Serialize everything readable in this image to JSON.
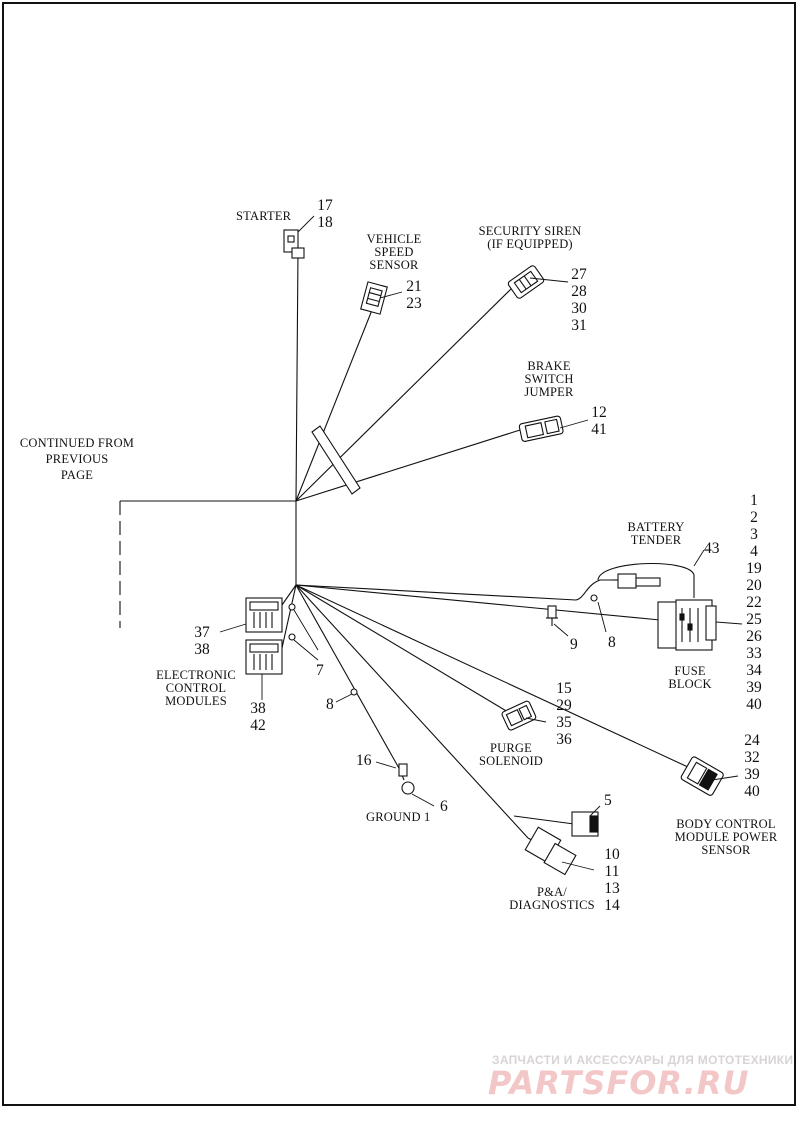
{
  "labels": {
    "continued": [
      "CONTINUED FROM",
      "PREVIOUS",
      "PAGE"
    ],
    "starter": "STARTER",
    "vss": [
      "VEHICLE",
      "SPEED",
      "SENSOR"
    ],
    "siren": [
      "SECURITY SIREN",
      "(IF EQUIPPED)"
    ],
    "brake": [
      "BRAKE",
      "SWITCH",
      "JUMPER"
    ],
    "battery": [
      "BATTERY",
      "TENDER"
    ],
    "fuse": [
      "FUSE",
      "BLOCK"
    ],
    "ecm": [
      "ELECTRONIC",
      "CONTROL",
      "MODULES"
    ],
    "purge": [
      "PURGE",
      "SOLENOID"
    ],
    "ground": "GROUND 1",
    "pa": [
      "P&A/",
      "DIAGNOSTICS"
    ],
    "bcm": [
      "BODY CONTROL",
      "MODULE POWER",
      "SENSOR"
    ]
  },
  "callouts": {
    "starter": [
      "17",
      "18"
    ],
    "vss": [
      "21",
      "23"
    ],
    "siren": [
      "27",
      "28",
      "30",
      "31"
    ],
    "brake": [
      "12",
      "41"
    ],
    "fuse_col": [
      "1",
      "2",
      "3",
      "4",
      "19",
      "20",
      "22",
      "25",
      "26",
      "33",
      "34",
      "39",
      "40"
    ],
    "battery": "43",
    "n9": "9",
    "n8a": "8",
    "n8b": "8",
    "n7": "7",
    "ecm_top": [
      "37",
      "38"
    ],
    "ecm_bot": [
      "38",
      "42"
    ],
    "purge": [
      "15",
      "29",
      "35",
      "36"
    ],
    "n16": "16",
    "n6": "6",
    "n5": "5",
    "pa": [
      "10",
      "11",
      "13",
      "14"
    ],
    "bcm": [
      "24",
      "32",
      "39",
      "40"
    ]
  },
  "watermark": {
    "line1": "ЗАПЧАСТИ И АКСЕССУАРЫ ДЛЯ МОТОТЕХНИКИ",
    "line2": "PARTSFOR.RU"
  }
}
